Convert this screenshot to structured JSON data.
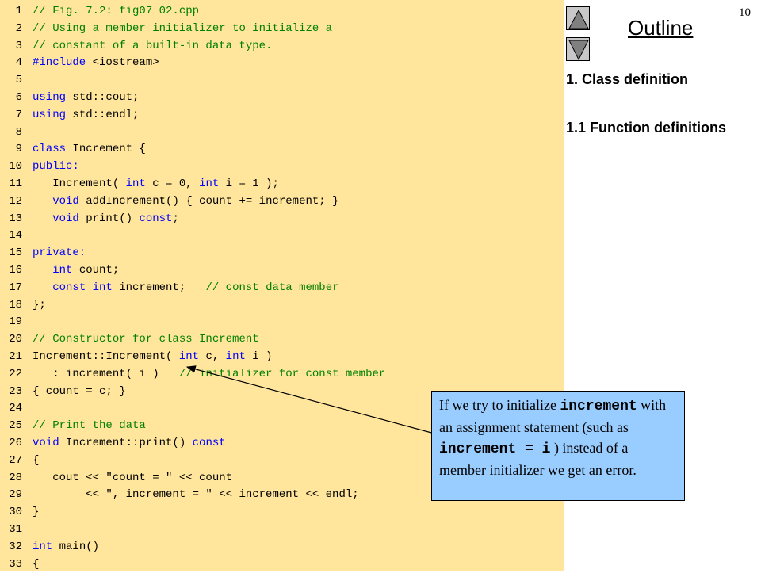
{
  "page_number": "10",
  "outline": {
    "title": "Outline",
    "items": [
      "1. Class definition",
      "1.1 Function definitions"
    ]
  },
  "nav": {
    "up_icon": "up-triangle-icon",
    "down_icon": "down-triangle-icon"
  },
  "code_lines": [
    {
      "n": "1",
      "parts": [
        [
          "// Fig. 7.2: fig07 02.cpp",
          "c"
        ]
      ]
    },
    {
      "n": "2",
      "parts": [
        [
          "// Using a member initializer to initialize a",
          "c"
        ]
      ]
    },
    {
      "n": "3",
      "parts": [
        [
          "// constant of a built-in data type.",
          "c"
        ]
      ]
    },
    {
      "n": "4",
      "parts": [
        [
          "#include ",
          "k"
        ],
        [
          "<iostream>",
          "n"
        ]
      ]
    },
    {
      "n": "5",
      "parts": []
    },
    {
      "n": "6",
      "parts": [
        [
          "using",
          "k"
        ],
        [
          " std::cout;",
          "n"
        ]
      ]
    },
    {
      "n": "7",
      "parts": [
        [
          "using",
          "k"
        ],
        [
          " std::endl;",
          "n"
        ]
      ]
    },
    {
      "n": "8",
      "parts": []
    },
    {
      "n": "9",
      "parts": [
        [
          "class",
          "k"
        ],
        [
          " Increment {",
          "n"
        ]
      ]
    },
    {
      "n": "10",
      "parts": [
        [
          "public:",
          "k"
        ]
      ]
    },
    {
      "n": "11",
      "parts": [
        [
          "   Increment( ",
          "n"
        ],
        [
          "int",
          "k"
        ],
        [
          " c = 0, ",
          "n"
        ],
        [
          "int",
          "k"
        ],
        [
          " i = 1 );",
          "n"
        ]
      ]
    },
    {
      "n": "12",
      "parts": [
        [
          "   ",
          "n"
        ],
        [
          "void",
          "k"
        ],
        [
          " addIncrement() { count += increment; }",
          "n"
        ]
      ]
    },
    {
      "n": "13",
      "parts": [
        [
          "   ",
          "n"
        ],
        [
          "void",
          "k"
        ],
        [
          " print() ",
          "n"
        ],
        [
          "const",
          "k"
        ],
        [
          ";",
          "n"
        ]
      ]
    },
    {
      "n": "14",
      "parts": []
    },
    {
      "n": "15",
      "parts": [
        [
          "private:",
          "k"
        ]
      ]
    },
    {
      "n": "16",
      "parts": [
        [
          "   ",
          "n"
        ],
        [
          "int",
          "k"
        ],
        [
          " count;",
          "n"
        ]
      ]
    },
    {
      "n": "17",
      "parts": [
        [
          "   ",
          "n"
        ],
        [
          "const int",
          "k"
        ],
        [
          " increment;   ",
          "n"
        ],
        [
          "// const data member",
          "c"
        ]
      ]
    },
    {
      "n": "18",
      "parts": [
        [
          "};",
          "n"
        ]
      ]
    },
    {
      "n": "19",
      "parts": []
    },
    {
      "n": "20",
      "parts": [
        [
          "// Constructor for class Increment",
          "c"
        ]
      ]
    },
    {
      "n": "21",
      "parts": [
        [
          "Increment::Increment( ",
          "n"
        ],
        [
          "int",
          "k"
        ],
        [
          " c, ",
          "n"
        ],
        [
          "int",
          "k"
        ],
        [
          " i )",
          "n"
        ]
      ]
    },
    {
      "n": "22",
      "parts": [
        [
          "   : increment( i )   ",
          "n"
        ],
        [
          "// initializer for const member",
          "c"
        ]
      ]
    },
    {
      "n": "23",
      "parts": [
        [
          "{ count = c; }",
          "n"
        ]
      ]
    },
    {
      "n": "24",
      "parts": []
    },
    {
      "n": "25",
      "parts": [
        [
          "// Print the data",
          "c"
        ]
      ]
    },
    {
      "n": "26",
      "parts": [
        [
          "void",
          "k"
        ],
        [
          " Increment::print() ",
          "n"
        ],
        [
          "const",
          "k"
        ]
      ]
    },
    {
      "n": "27",
      "parts": [
        [
          "{",
          "n"
        ]
      ]
    },
    {
      "n": "28",
      "parts": [
        [
          "   cout << \"count = \" << count",
          "n"
        ]
      ]
    },
    {
      "n": "29",
      "parts": [
        [
          "        << \", increment = \" << increment << endl;",
          "n"
        ]
      ]
    },
    {
      "n": "30",
      "parts": [
        [
          "}",
          "n"
        ]
      ]
    },
    {
      "n": "31",
      "parts": []
    },
    {
      "n": "32",
      "parts": [
        [
          "int",
          "k"
        ],
        [
          " main()",
          "n"
        ]
      ]
    },
    {
      "n": "33",
      "parts": [
        [
          "{",
          "n"
        ]
      ]
    }
  ],
  "callout": {
    "t1": "If we try to initialize ",
    "m1": "increment",
    "t2": " with an assignment statement (such as ",
    "m2": "increment = i",
    "t3": " ) instead of a member initializer we get an error."
  },
  "colors": {
    "code_bg": "#ffe69c",
    "comment": "#008000",
    "keyword": "#0000ff",
    "callout_bg": "#99ccff",
    "nav_button": "#c8c8c8"
  }
}
